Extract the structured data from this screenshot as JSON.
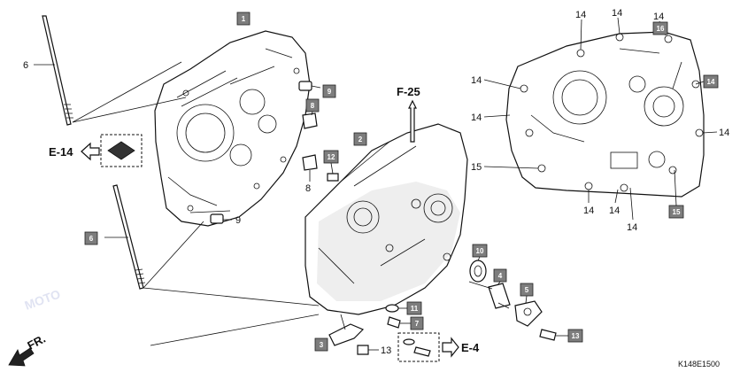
{
  "colors": {
    "tag": "#7d7d7d",
    "line": "#111111",
    "background": "#ffffff",
    "watermark": "#c8cde8"
  },
  "refs": {
    "e14": "E-14",
    "f25": "F-25",
    "e4": "E-4",
    "fr": "FR."
  },
  "diagram_code": "K148E1500",
  "watermark_text": "MOTO",
  "callouts": {
    "c6a": "6",
    "c6b": "6",
    "c8": "8",
    "c9a": "9",
    "c13a": "13",
    "c14_top1": "14",
    "c14_top2": "14",
    "c14_top3": "14",
    "c14_left1": "14",
    "c14_left2": "14",
    "c14_right": "14",
    "c14_bot1": "14",
    "c14_bot2": "14",
    "c14_bot3": "14",
    "c15": "15"
  },
  "tags": {
    "t1": "1",
    "t2": "2",
    "t3": "3",
    "t4": "4",
    "t5": "5",
    "t6": "6",
    "t7": "7",
    "t8": "8",
    "t9": "9",
    "t10": "10",
    "t11": "11",
    "t12": "12",
    "t13": "13",
    "t14": "14",
    "t15": "15",
    "t16": "16"
  }
}
